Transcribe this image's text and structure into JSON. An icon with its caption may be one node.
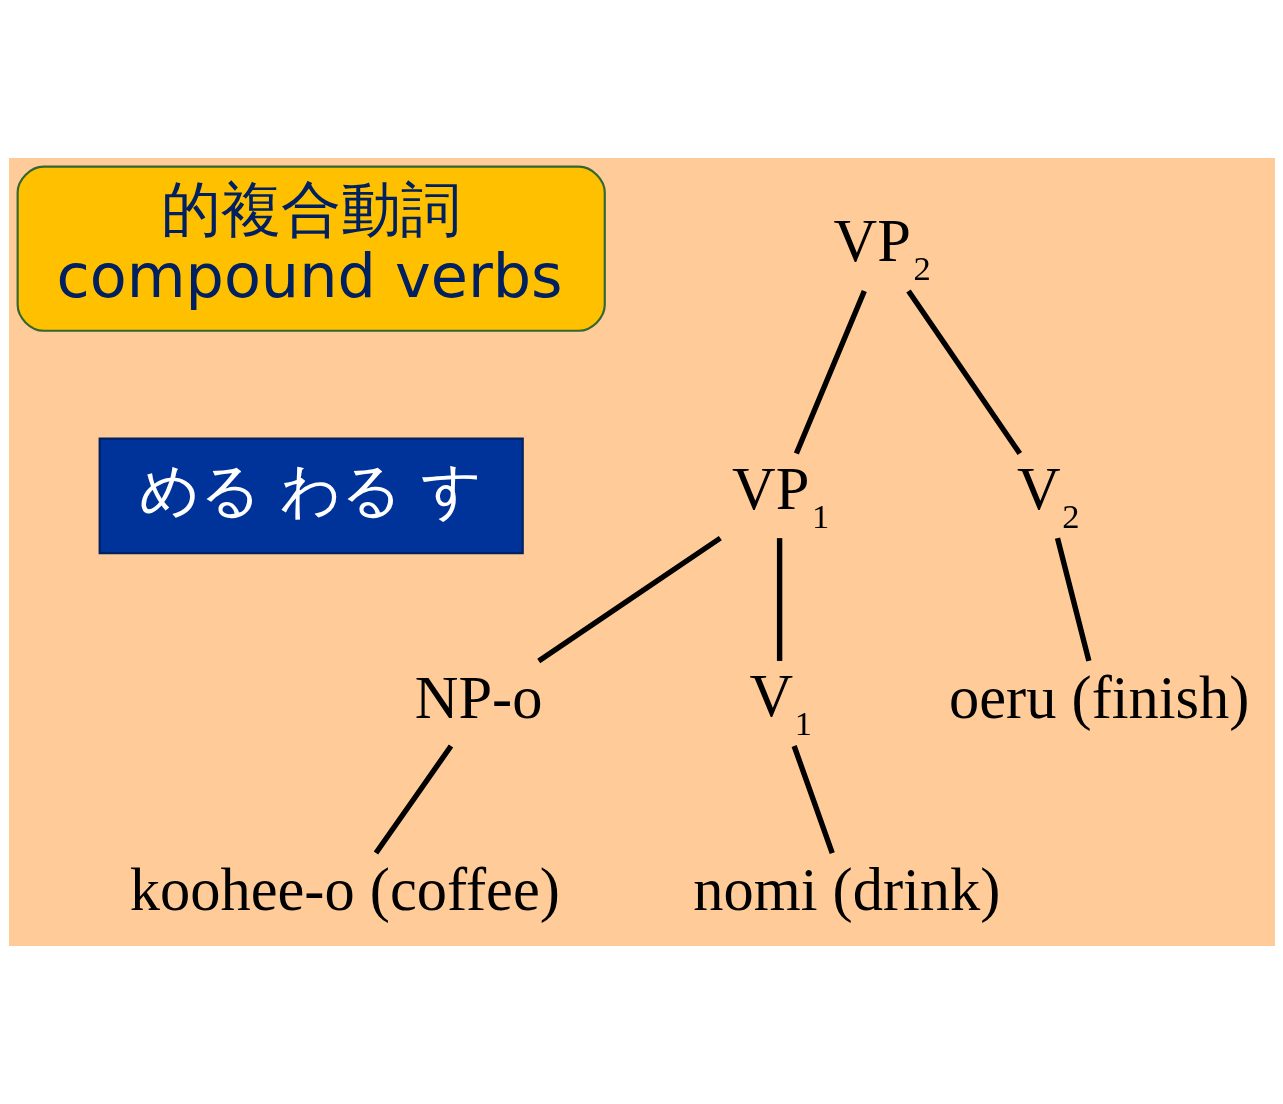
{
  "diagram": {
    "nodes": [
      {
        "text": [
          "的複合動詞",
          "compound verbs"
        ]
      },
      {
        "text": [
          "VP$_{2}$"
        ]
      },
      {
        "text": [
          "める わる す"
        ]
      },
      {
        "text": [
          "VP$_{1}$"
        ]
      },
      {
        "text": [
          "V$_{2}$"
        ]
      },
      {
        "text": [
          "oeru (finish)"
        ]
      },
      {
        "text": [
          "NP-o"
        ]
      },
      {
        "text": [
          "V$_{1}$"
        ]
      },
      {
        "text": [
          "koohee-o (coffee)"
        ]
      },
      {
        "text": [
          "nomi (drink)"
        ]
      }
    ],
    "edges": [
      {
        "from": 1,
        "to": 3,
        "arrow": "none"
      },
      {
        "from": 1,
        "to": 4,
        "arrow": "none"
      },
      {
        "from": 4,
        "to": 5,
        "arrow": "none"
      },
      {
        "from": 3,
        "to": 6,
        "arrow": "none"
      },
      {
        "from": 3,
        "to": 7,
        "arrow": "none"
      },
      {
        "from": 6,
        "to": 8,
        "arrow": "none"
      },
      {
        "from": 7,
        "to": 9,
        "arrow": "none"
      }
    ]
  }
}
